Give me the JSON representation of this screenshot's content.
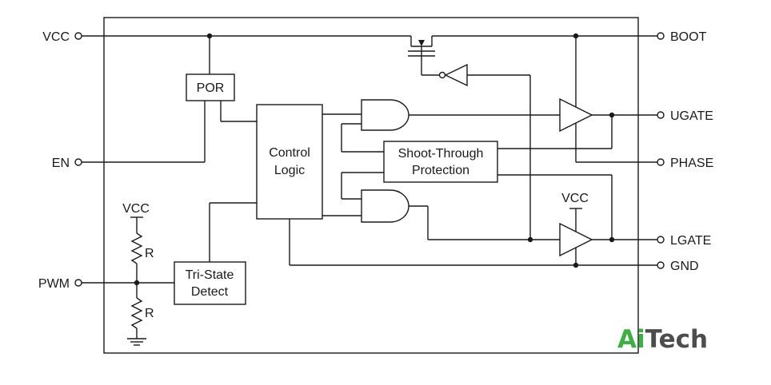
{
  "pins": {
    "vcc": "VCC",
    "en": "EN",
    "pwm": "PWM",
    "boot": "BOOT",
    "ugate": "UGATE",
    "phase": "PHASE",
    "lgate": "LGATE",
    "gnd": "GND"
  },
  "blocks": {
    "por": "POR",
    "control_line1": "Control",
    "control_line2": "Logic",
    "shoot_line1": "Shoot-Through",
    "shoot_line2": "Protection",
    "tristate_line1": "Tri-State",
    "tristate_line2": "Detect"
  },
  "labels": {
    "vcc_resistor": "VCC",
    "vcc_lowdriver": "VCC",
    "resistor_top": "R",
    "resistor_bottom": "R"
  },
  "logo": {
    "part1": "Ai",
    "part2": "Tech",
    "color1": "#3cb043",
    "color2": "#4d4d4d"
  }
}
